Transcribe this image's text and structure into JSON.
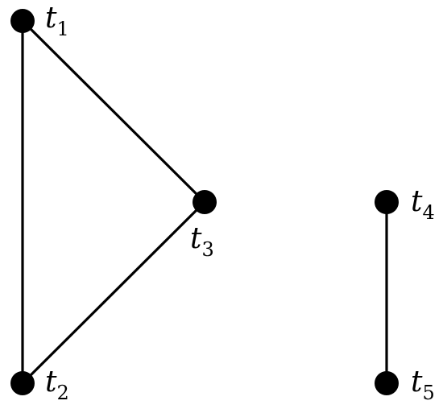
{
  "graph": {
    "nodes": [
      {
        "id": "t1",
        "base": "t",
        "sub": "1"
      },
      {
        "id": "t2",
        "base": "t",
        "sub": "2"
      },
      {
        "id": "t3",
        "base": "t",
        "sub": "3"
      },
      {
        "id": "t4",
        "base": "t",
        "sub": "4"
      },
      {
        "id": "t5",
        "base": "t",
        "sub": "5"
      }
    ],
    "edges": [
      {
        "from": "t1",
        "to": "t2"
      },
      {
        "from": "t1",
        "to": "t3"
      },
      {
        "from": "t2",
        "to": "t3"
      },
      {
        "from": "t4",
        "to": "t5"
      }
    ],
    "colors": {
      "line": "#000000",
      "node": "#000000",
      "background": "#ffffff"
    }
  }
}
